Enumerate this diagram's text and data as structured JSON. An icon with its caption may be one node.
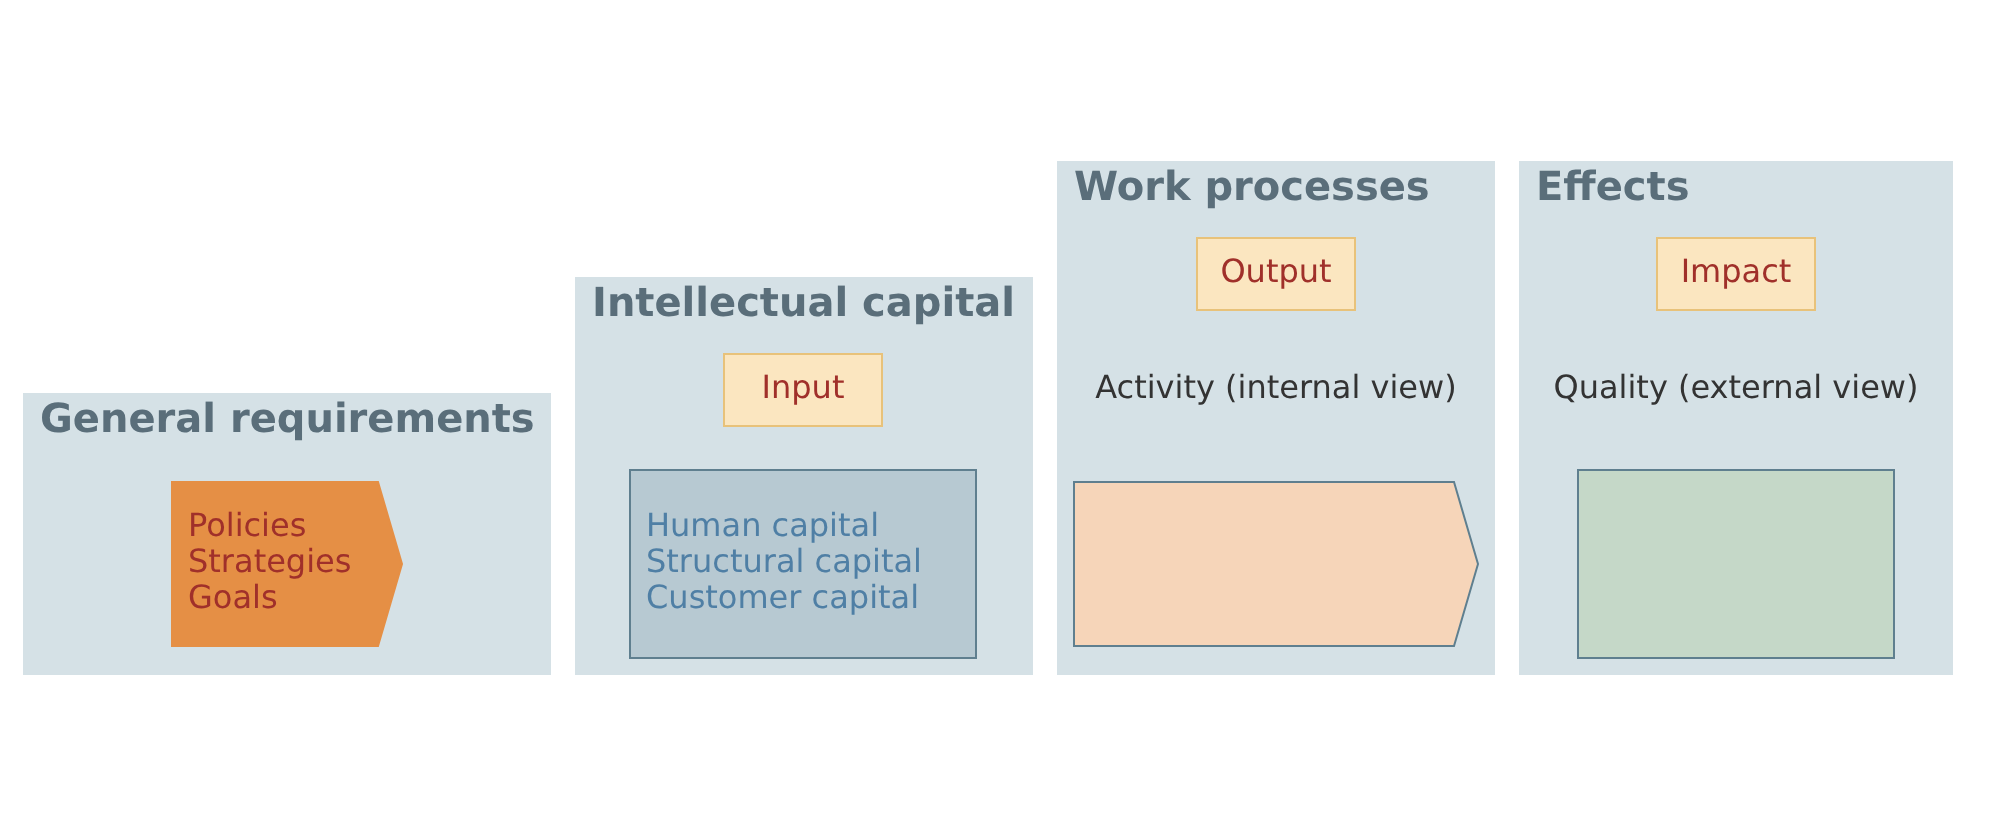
{
  "diagram": {
    "nodes": [
      {
        "text": [
          "General requirements"
        ]
      },
      {
        "text": [
          "Policies",
          "Strategies",
          "Goals"
        ],
        "in": 0
      },
      {
        "text": [
          "Intellectual capital"
        ]
      },
      {
        "text": [
          "Human capital",
          "Structural capital",
          "Customer capital"
        ],
        "in": 2
      },
      {
        "text": [
          "Input"
        ],
        "in": 2
      },
      {
        "text": [
          "Work processes",
          "Activity (internal view)"
        ]
      },
      {
        "text": [],
        "shape": "chevron",
        "in": 5
      },
      {
        "text": [
          "Output"
        ],
        "in": 5
      },
      {
        "text": [
          "Effects",
          "Quality (external view)"
        ]
      },
      {
        "text": [],
        "shape": "box",
        "in": 8
      },
      {
        "text": [
          "Impact"
        ],
        "in": 8
      }
    ]
  }
}
